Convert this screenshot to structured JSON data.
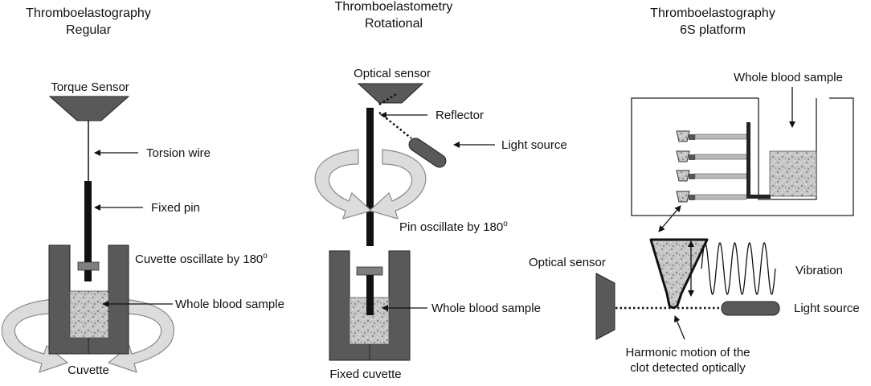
{
  "panels": [
    {
      "title_line1": "Thromboelastography",
      "title_line2": "Regular",
      "labels": {
        "sensor": "Torque Sensor",
        "wire": "Torsion wire",
        "pin": "Fixed pin",
        "cuvette_osc": "Cuvette oscillate by 180",
        "degree_mark": "o",
        "sample": "Whole blood sample",
        "cuvette": "Cuvette"
      }
    },
    {
      "title_line1": "Thromboelastometry",
      "title_line2": "Rotational",
      "labels": {
        "sensor": "Optical sensor",
        "reflector": "Reflector",
        "light": "Light source",
        "pin_osc": "Pin oscillate by 180",
        "degree_mark": "o",
        "sample": "Whole blood sample",
        "cuvette": "Fixed cuvette"
      }
    },
    {
      "title_line1": "Thromboelastography",
      "title_line2": "6S platform",
      "labels": {
        "sample": "Whole blood sample",
        "sensor": "Optical sensor",
        "vibration": "Vibration",
        "light": "Light source",
        "motion_line1": "Harmonic motion of the",
        "motion_line2": "clot detected optically"
      }
    }
  ],
  "colors": {
    "dark_fill": "#595959",
    "pin": "#111111",
    "sample_base": "#c8c8c8",
    "arrow_fill": "#dcdcdc",
    "arrow_stroke": "#8a8a8a",
    "spacer": "#7f7f7f"
  }
}
